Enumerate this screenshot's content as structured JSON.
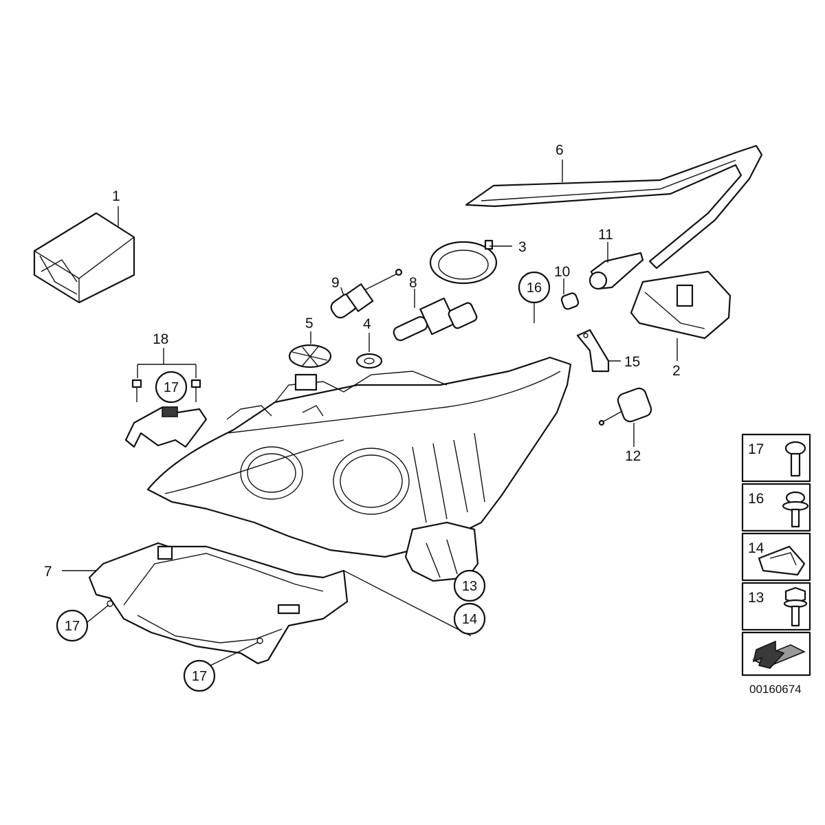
{
  "callouts": {
    "c1": "1",
    "c2": "2",
    "c3": "3",
    "c4": "4",
    "c5": "5",
    "c6": "6",
    "c7": "7",
    "c8": "8",
    "c9": "9",
    "c10": "10",
    "c11": "11",
    "c12": "12",
    "c13": "13",
    "c14": "14",
    "c15": "15",
    "c16": "16",
    "c17a": "17",
    "c17b": "17",
    "c17c": "17",
    "c18": "18"
  },
  "legend": {
    "items": [
      "17",
      "16",
      "14",
      "13"
    ]
  },
  "drawing_number": "00160674"
}
